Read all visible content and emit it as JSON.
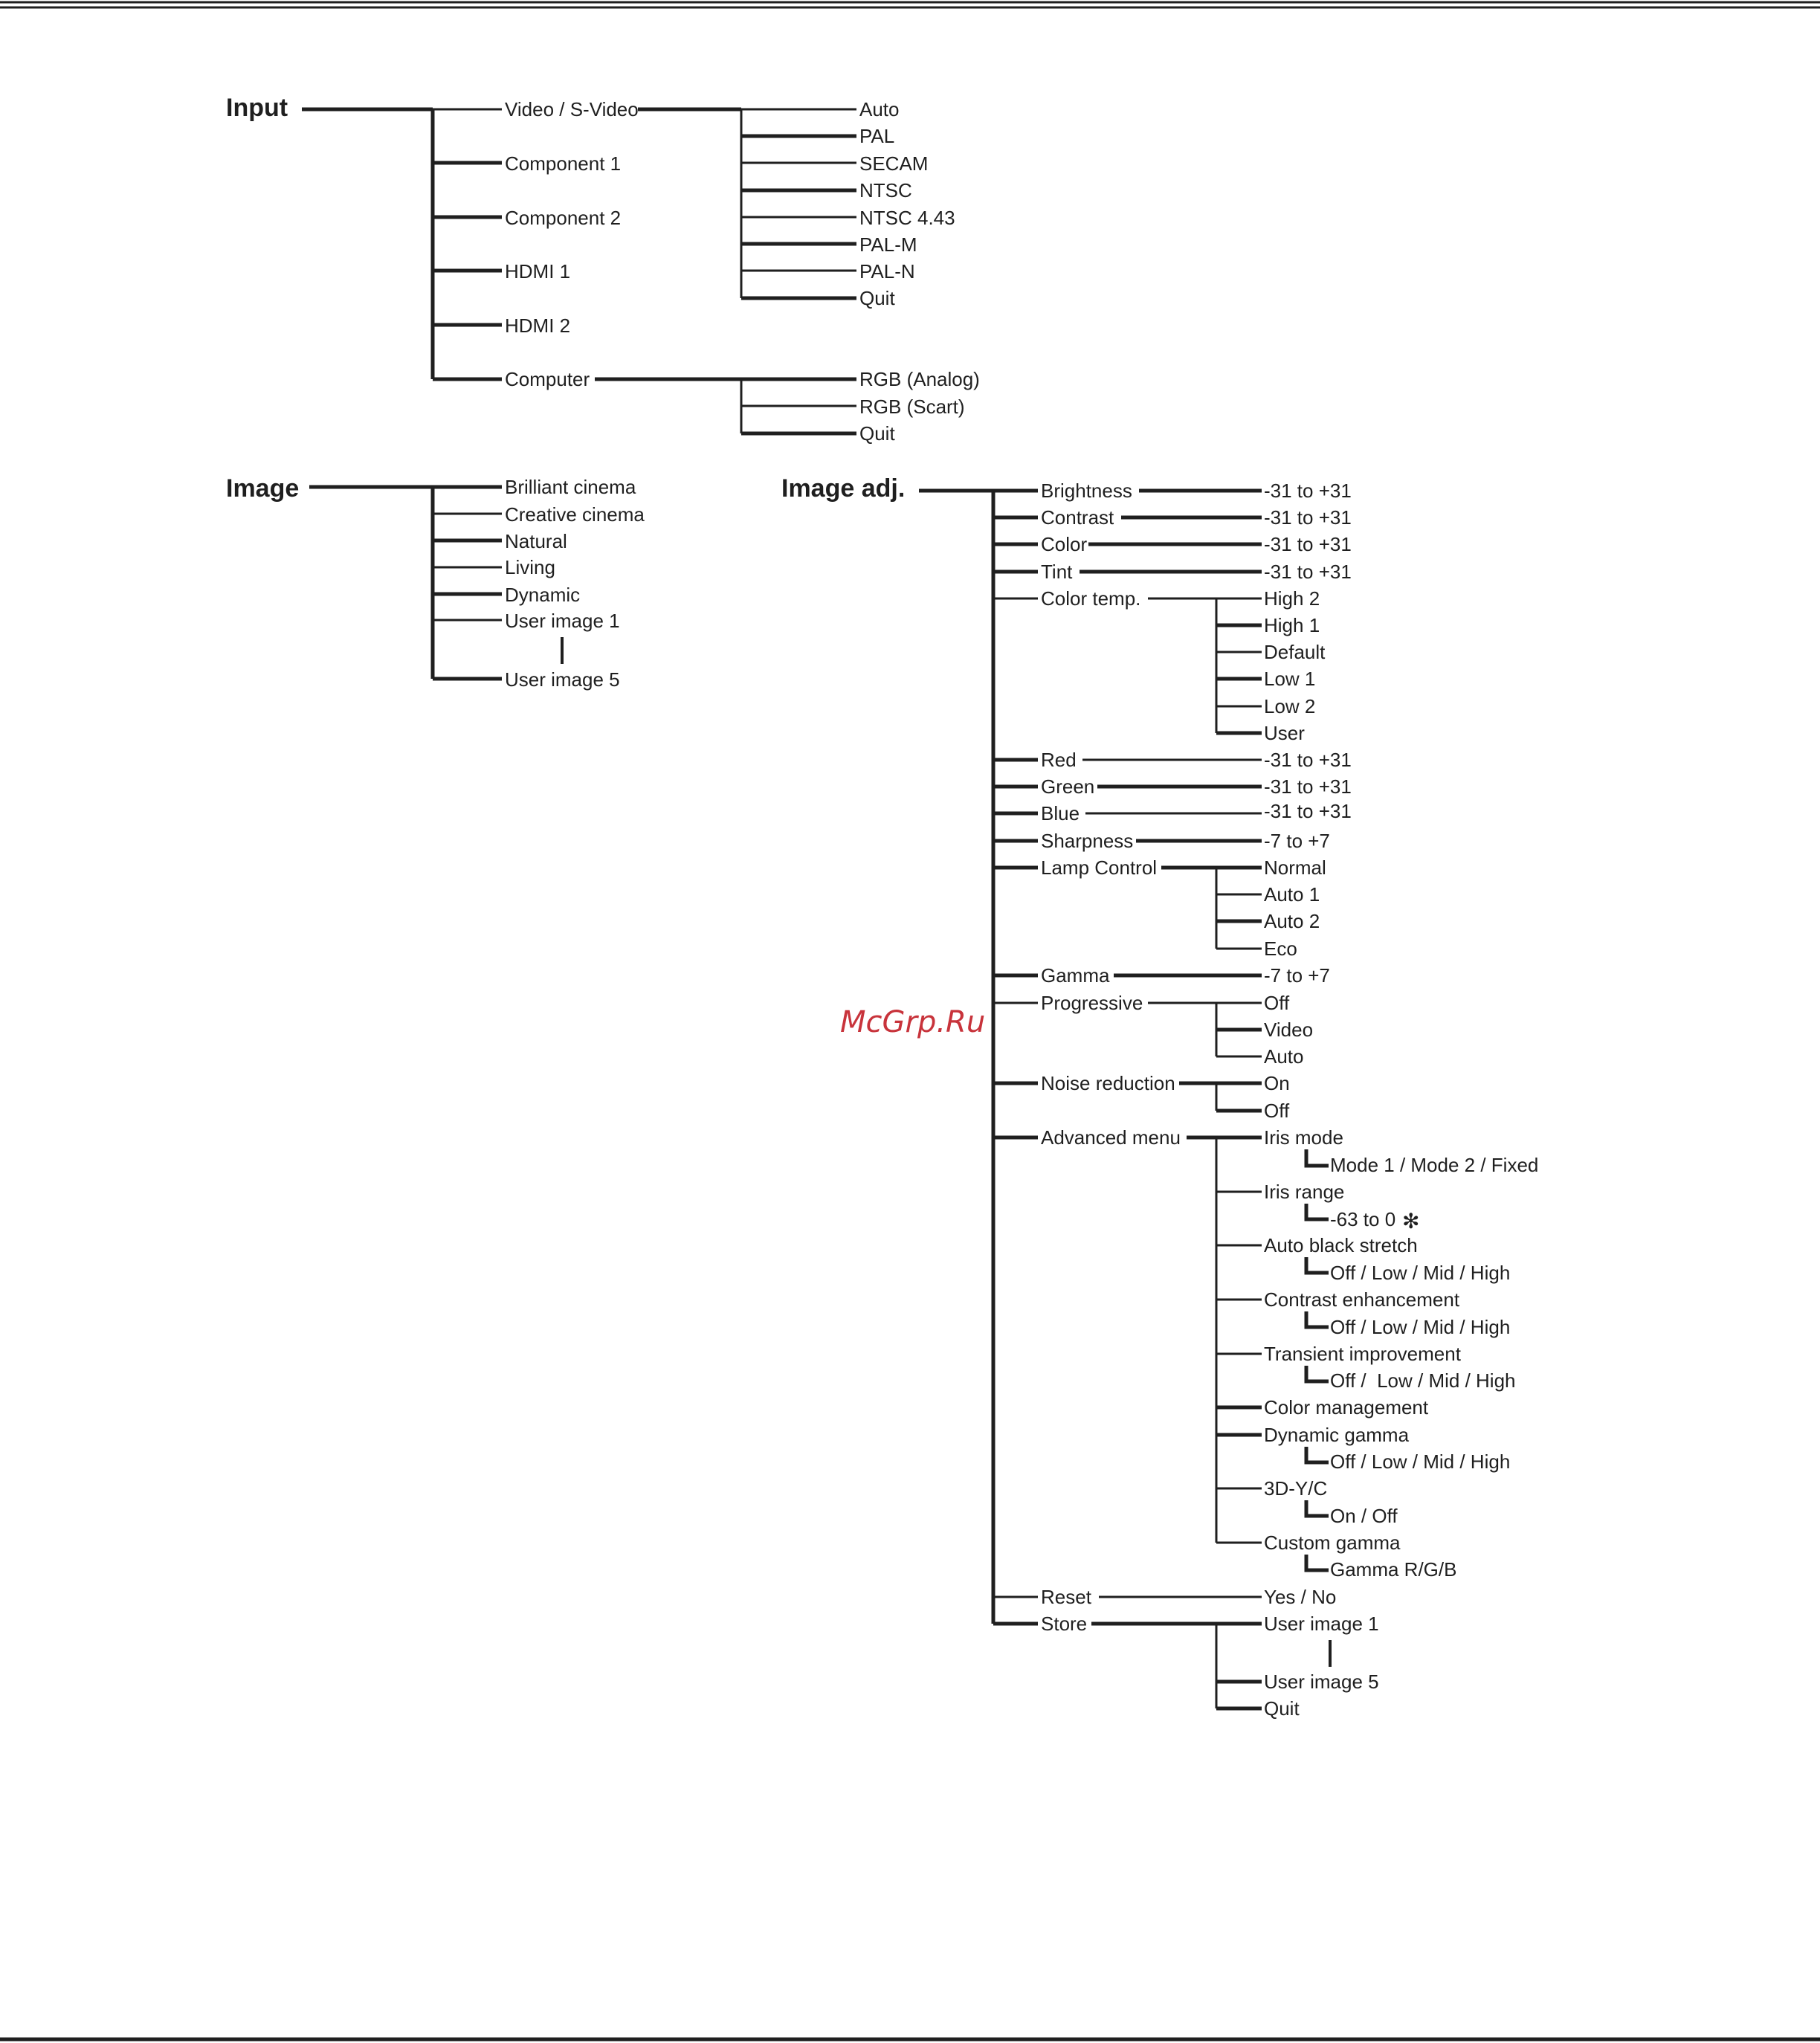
{
  "input": {
    "title": "Input",
    "items": [
      "Video / S-Video",
      "Component 1",
      "Component 2",
      "HDMI 1",
      "HDMI 2",
      "Computer"
    ],
    "video_options": [
      "Auto",
      "PAL",
      "SECAM",
      "NTSC",
      "NTSC 4.43",
      "PAL-M",
      "PAL-N",
      "Quit"
    ],
    "computer_options": [
      "RGB (Analog)",
      "RGB (Scart)",
      "Quit"
    ]
  },
  "image": {
    "title": "Image",
    "items": [
      "Brilliant cinema",
      "Creative cinema",
      "Natural",
      "Living",
      "Dynamic",
      "User image 1",
      "User image 5"
    ]
  },
  "image_adj": {
    "title": "Image adj.",
    "items": [
      "Brightness",
      "Contrast",
      "Color",
      "Tint",
      "Color temp.",
      "Red",
      "Green",
      "Blue",
      "Sharpness",
      "Lamp Control",
      "Gamma",
      "Progressive",
      "Noise reduction",
      "Advanced menu",
      "Reset",
      "Store"
    ],
    "range_31": "-31 to +31",
    "range_7": "-7 to +7",
    "color_temp_options": [
      "High 2",
      "High 1",
      "Default",
      "Low 1",
      "Low 2",
      "User"
    ],
    "lamp_options": [
      "Normal",
      "Auto 1",
      "Auto 2",
      "Eco"
    ],
    "progressive_options": [
      "Off",
      "Video",
      "Auto"
    ],
    "noise_options": [
      "On",
      "Off"
    ],
    "advanced_items": [
      "Iris mode",
      "Iris range",
      "Auto black stretch",
      "Contrast enhancement",
      "Transient improvement",
      "Color management",
      "Dynamic gamma",
      "3D-Y/C",
      "Custom gamma"
    ],
    "advanced_values": {
      "iris_mode": "Mode 1 / Mode 2 / Fixed",
      "iris_range": "-63 to 0",
      "iris_range_mark": "✻",
      "auto_black_stretch": "Off / Low / Mid / High",
      "contrast_enhancement": "Off / Low / Mid / High",
      "transient_improvement": "Off /  Low / Mid / High",
      "dynamic_gamma": "Off / Low / Mid / High",
      "yc_3d": "On / Off",
      "custom_gamma": "Gamma R/G/B"
    },
    "reset_option": "Yes / No",
    "store_options": [
      "User image 1",
      "User image 5",
      "Quit"
    ]
  },
  "watermark": "McGrp.Ru"
}
